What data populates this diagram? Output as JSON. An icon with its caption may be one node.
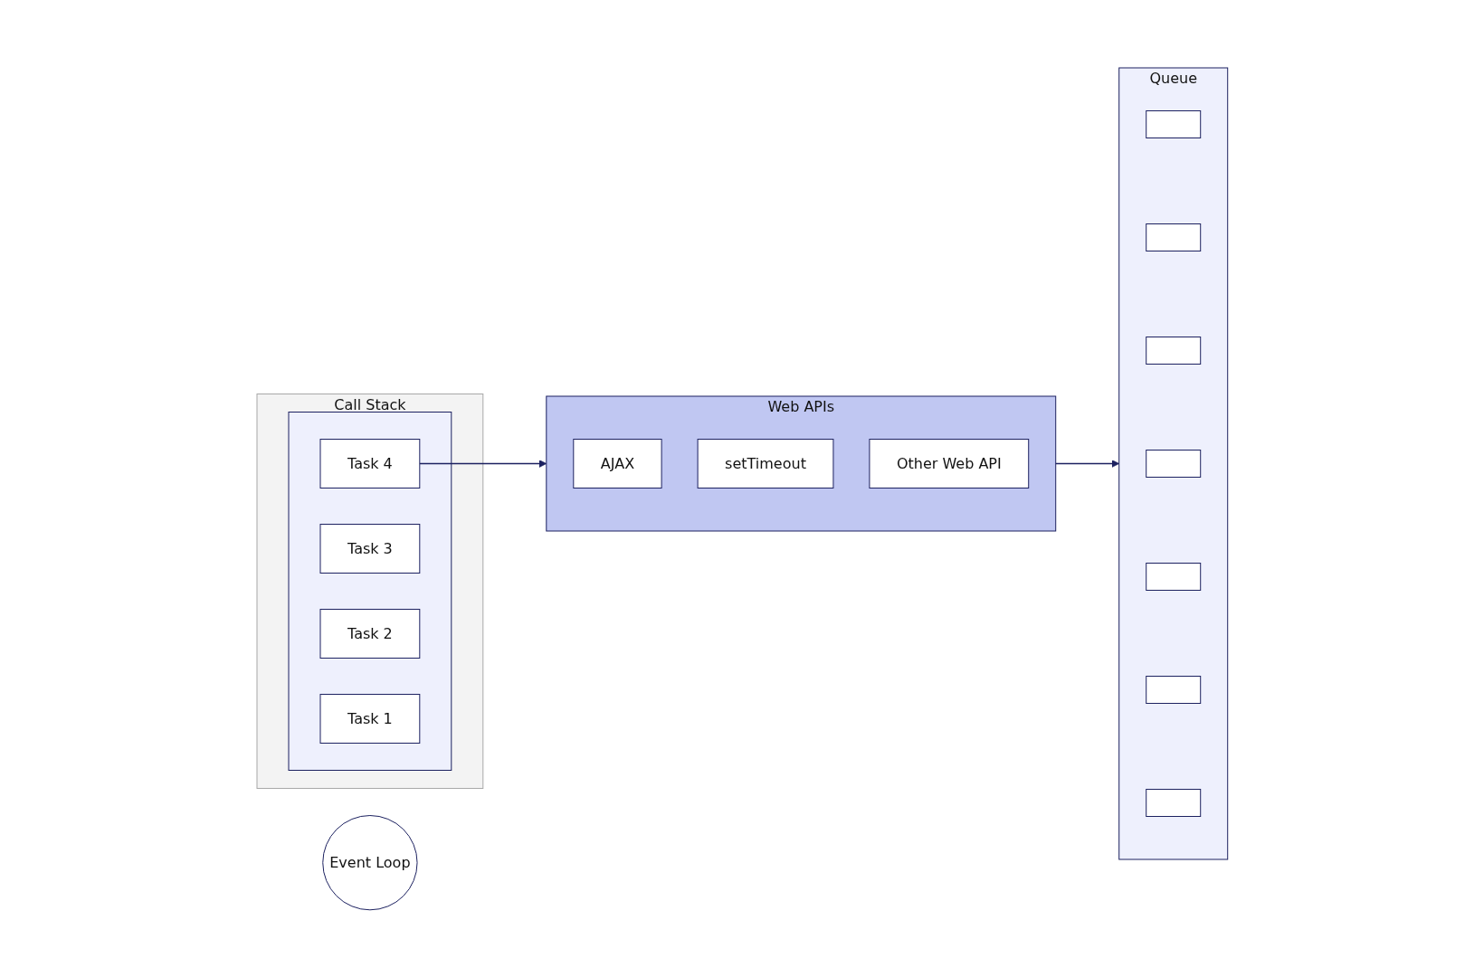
{
  "diagram": {
    "nodes": [
      {
        "text": [
          "Call Stack"
        ]
      },
      {
        "text": [],
        "shape": "box",
        "in": 0
      },
      {
        "text": [
          "Task 4"
        ],
        "in": 1
      },
      {
        "text": [
          "Task 3"
        ],
        "in": 1
      },
      {
        "text": [
          "Task 2"
        ],
        "in": 1
      },
      {
        "text": [
          "Task 1"
        ],
        "in": 1
      },
      {
        "text": [
          "Event Loop"
        ]
      },
      {
        "text": [
          "Web APIs"
        ]
      },
      {
        "text": [
          "AJAX"
        ],
        "in": 7
      },
      {
        "text": [
          "setTimeout"
        ],
        "in": 7
      },
      {
        "text": [
          "Other Web API"
        ],
        "in": 7
      },
      {
        "text": [
          "Queue"
        ]
      },
      {
        "text": [],
        "shape": "box",
        "in": 11
      },
      {
        "text": [],
        "shape": "box",
        "in": 11
      },
      {
        "text": [],
        "shape": "box",
        "in": 11
      },
      {
        "text": [],
        "shape": "box",
        "in": 11
      },
      {
        "text": [],
        "shape": "box",
        "in": 11
      },
      {
        "text": [],
        "shape": "box",
        "in": 11
      },
      {
        "text": [],
        "shape": "box",
        "in": 11
      }
    ],
    "edges": [
      {
        "from": 2,
        "to": 7,
        "arrow": "to"
      },
      {
        "from": 7,
        "to": 11,
        "arrow": "to"
      }
    ]
  }
}
